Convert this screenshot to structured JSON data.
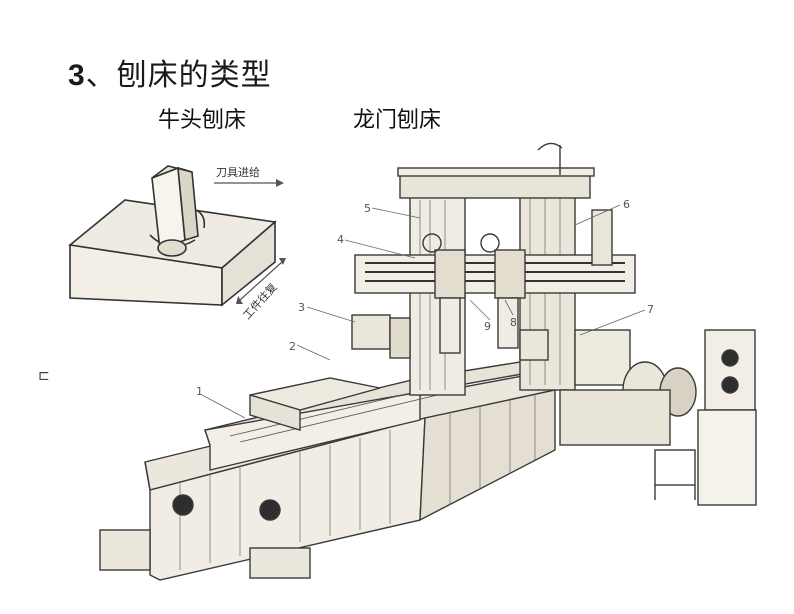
{
  "slide": {
    "title_num": "3",
    "title_text": "、刨床的类型",
    "shaper_label": "牛头刨床",
    "planer_label": "龙门刨床"
  },
  "shaper_figure": {
    "tool_feed": "刀具进给",
    "work_reciprocate": "工件往复"
  },
  "planer_figure": {
    "callouts": [
      "1",
      "2",
      "3",
      "4",
      "5",
      "6",
      "7",
      "8",
      "9"
    ]
  },
  "colors": {
    "ink": "#3a3a3a",
    "paper": "#f4f1ea",
    "text": "#111111"
  }
}
